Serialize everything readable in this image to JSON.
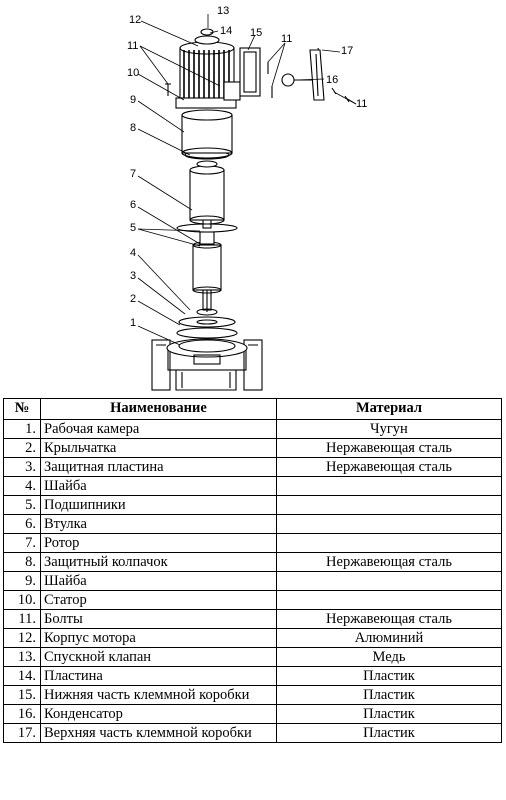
{
  "diagram": {
    "callouts": [
      "1",
      "2",
      "3",
      "4",
      "5",
      "6",
      "7",
      "8",
      "9",
      "10",
      "11",
      "12",
      "13",
      "14",
      "15",
      "16",
      "17"
    ]
  },
  "table": {
    "headers": [
      "№",
      "Наименование",
      "Материал"
    ],
    "rows": [
      {
        "num": "1.",
        "name": "Рабочая камера",
        "material": "Чугун"
      },
      {
        "num": "2.",
        "name": "Крыльчатка",
        "material": "Нержавеющая сталь"
      },
      {
        "num": "3.",
        "name": "Защитная пластина",
        "material": "Нержавеющая сталь"
      },
      {
        "num": "4.",
        "name": "Шайба",
        "material": ""
      },
      {
        "num": "5.",
        "name": "Подшипники",
        "material": ""
      },
      {
        "num": "6.",
        "name": "Втулка",
        "material": ""
      },
      {
        "num": "7.",
        "name": "Ротор",
        "material": ""
      },
      {
        "num": "8.",
        "name": "Защитный колпачок",
        "material": "Нержавеющая сталь"
      },
      {
        "num": "9.",
        "name": "Шайба",
        "material": ""
      },
      {
        "num": "10.",
        "name": "Статор",
        "material": ""
      },
      {
        "num": "11.",
        "name": "Болты",
        "material": "Нержавеющая сталь"
      },
      {
        "num": "12.",
        "name": "Корпус мотора",
        "material": "Алюминий"
      },
      {
        "num": "13.",
        "name": "Спускной клапан",
        "material": "Медь"
      },
      {
        "num": "14.",
        "name": "Пластина",
        "material": "Пластик"
      },
      {
        "num": "15.",
        "name": "Нижняя часть клеммной коробки",
        "material": "Пластик"
      },
      {
        "num": "16.",
        "name": "Конденсатор",
        "material": "Пластик"
      },
      {
        "num": "17.",
        "name": "Верхняя часть клеммной коробки",
        "material": "Пластик"
      }
    ]
  }
}
